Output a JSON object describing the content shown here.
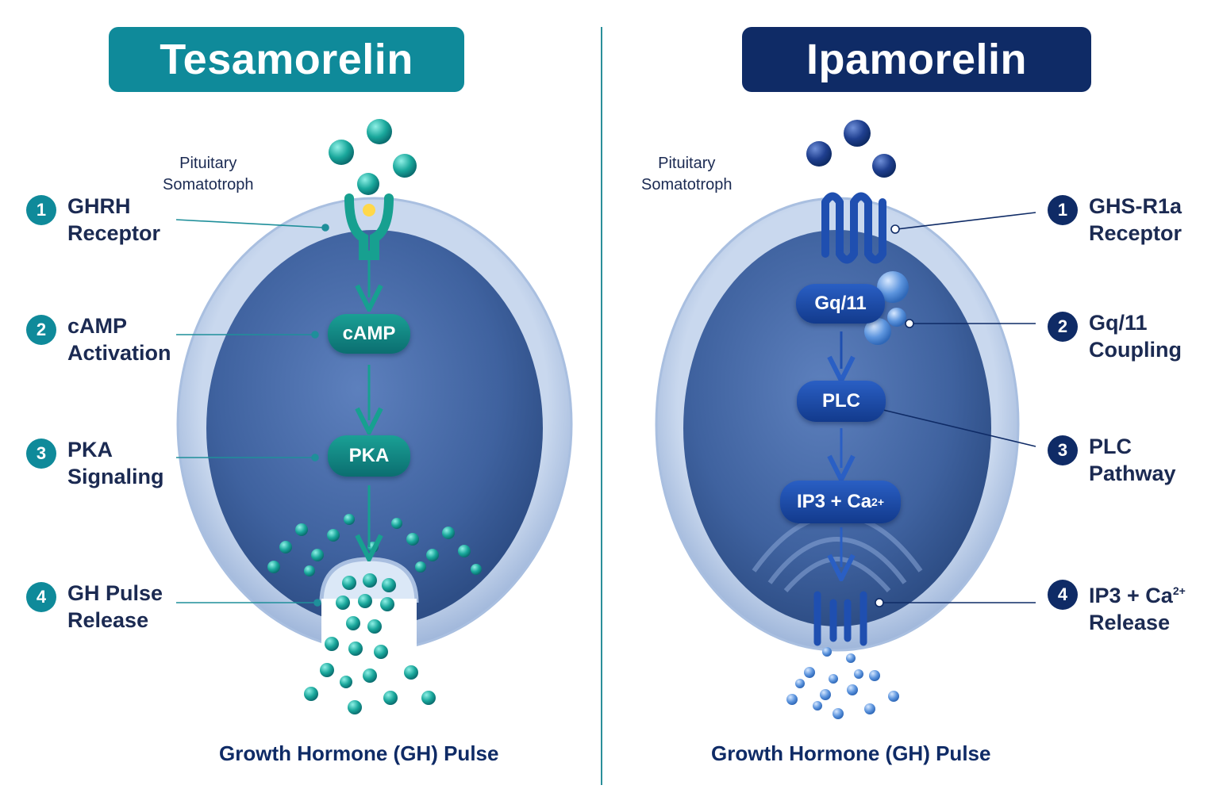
{
  "left": {
    "title": "Tesamorelin",
    "cell_label_line1": "Pituitary",
    "cell_label_line2": "Somatotroph",
    "caption": "Growth Hormone (GH) Pulse",
    "steps": [
      {
        "num": "1",
        "line1": "GHRH",
        "line2": "Receptor"
      },
      {
        "num": "2",
        "line1": "cAMP",
        "line2": "Activation"
      },
      {
        "num": "3",
        "line1": "PKA",
        "line2": "Signaling"
      },
      {
        "num": "4",
        "line1": "GH Pulse",
        "line2": "Release"
      }
    ],
    "pills": [
      "cAMP",
      "PKA"
    ]
  },
  "right": {
    "title": "Ipamorelin",
    "cell_label_line1": "Pituitary",
    "cell_label_line2": "Somatotroph",
    "caption": "Growth Hormone (GH) Pulse",
    "steps": [
      {
        "num": "1",
        "line1": "GHS-R1a",
        "line2": "Receptor"
      },
      {
        "num": "2",
        "line1": "Gq/11",
        "line2": "Coupling"
      },
      {
        "num": "3",
        "line1": "PLC",
        "line2": "Pathway"
      },
      {
        "num": "4",
        "line1": "IP3 + Ca",
        "line1_sup": "2+",
        "line2": "Release"
      }
    ],
    "pills": [
      {
        "text": "Gq/11"
      },
      {
        "text": "PLC"
      },
      {
        "text": "IP3 + Ca",
        "sup": "2+"
      }
    ]
  },
  "colors": {
    "teal": "#0f8a9a",
    "navy": "#0f2b66",
    "cell_body": "#4a6eaa",
    "membrane": "#b9cbe6"
  }
}
